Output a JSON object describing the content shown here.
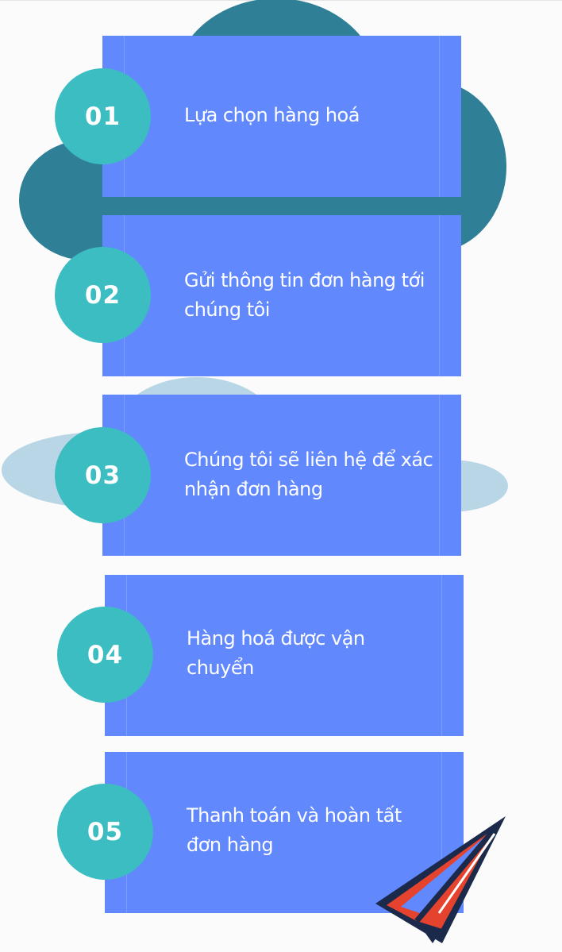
{
  "colors": {
    "background": "#fbfbfc",
    "card": "#6188fd",
    "badge": "#3bbdc1",
    "cloud_dark": "#2f7f96",
    "cloud_light": "#b9d6e6",
    "plane_red": "#e5432e",
    "plane_navy": "#1b2a4a"
  },
  "steps": [
    {
      "number": "01",
      "label": "Lựa chọn hàng hoá"
    },
    {
      "number": "02",
      "label": "Gửi thông tin đơn hàng tới chúng tôi"
    },
    {
      "number": "03",
      "label": "Chúng tôi sẽ liên hệ để xác nhận đơn hàng"
    },
    {
      "number": "04",
      "label": "Hàng hoá được vận chuyển"
    },
    {
      "number": "05",
      "label": "Thanh toán và hoàn tất đơn hàng"
    }
  ],
  "decorations": {
    "clouds": [
      "cloud-icon",
      "cloud-icon"
    ],
    "plane": "paper-plane-icon"
  }
}
